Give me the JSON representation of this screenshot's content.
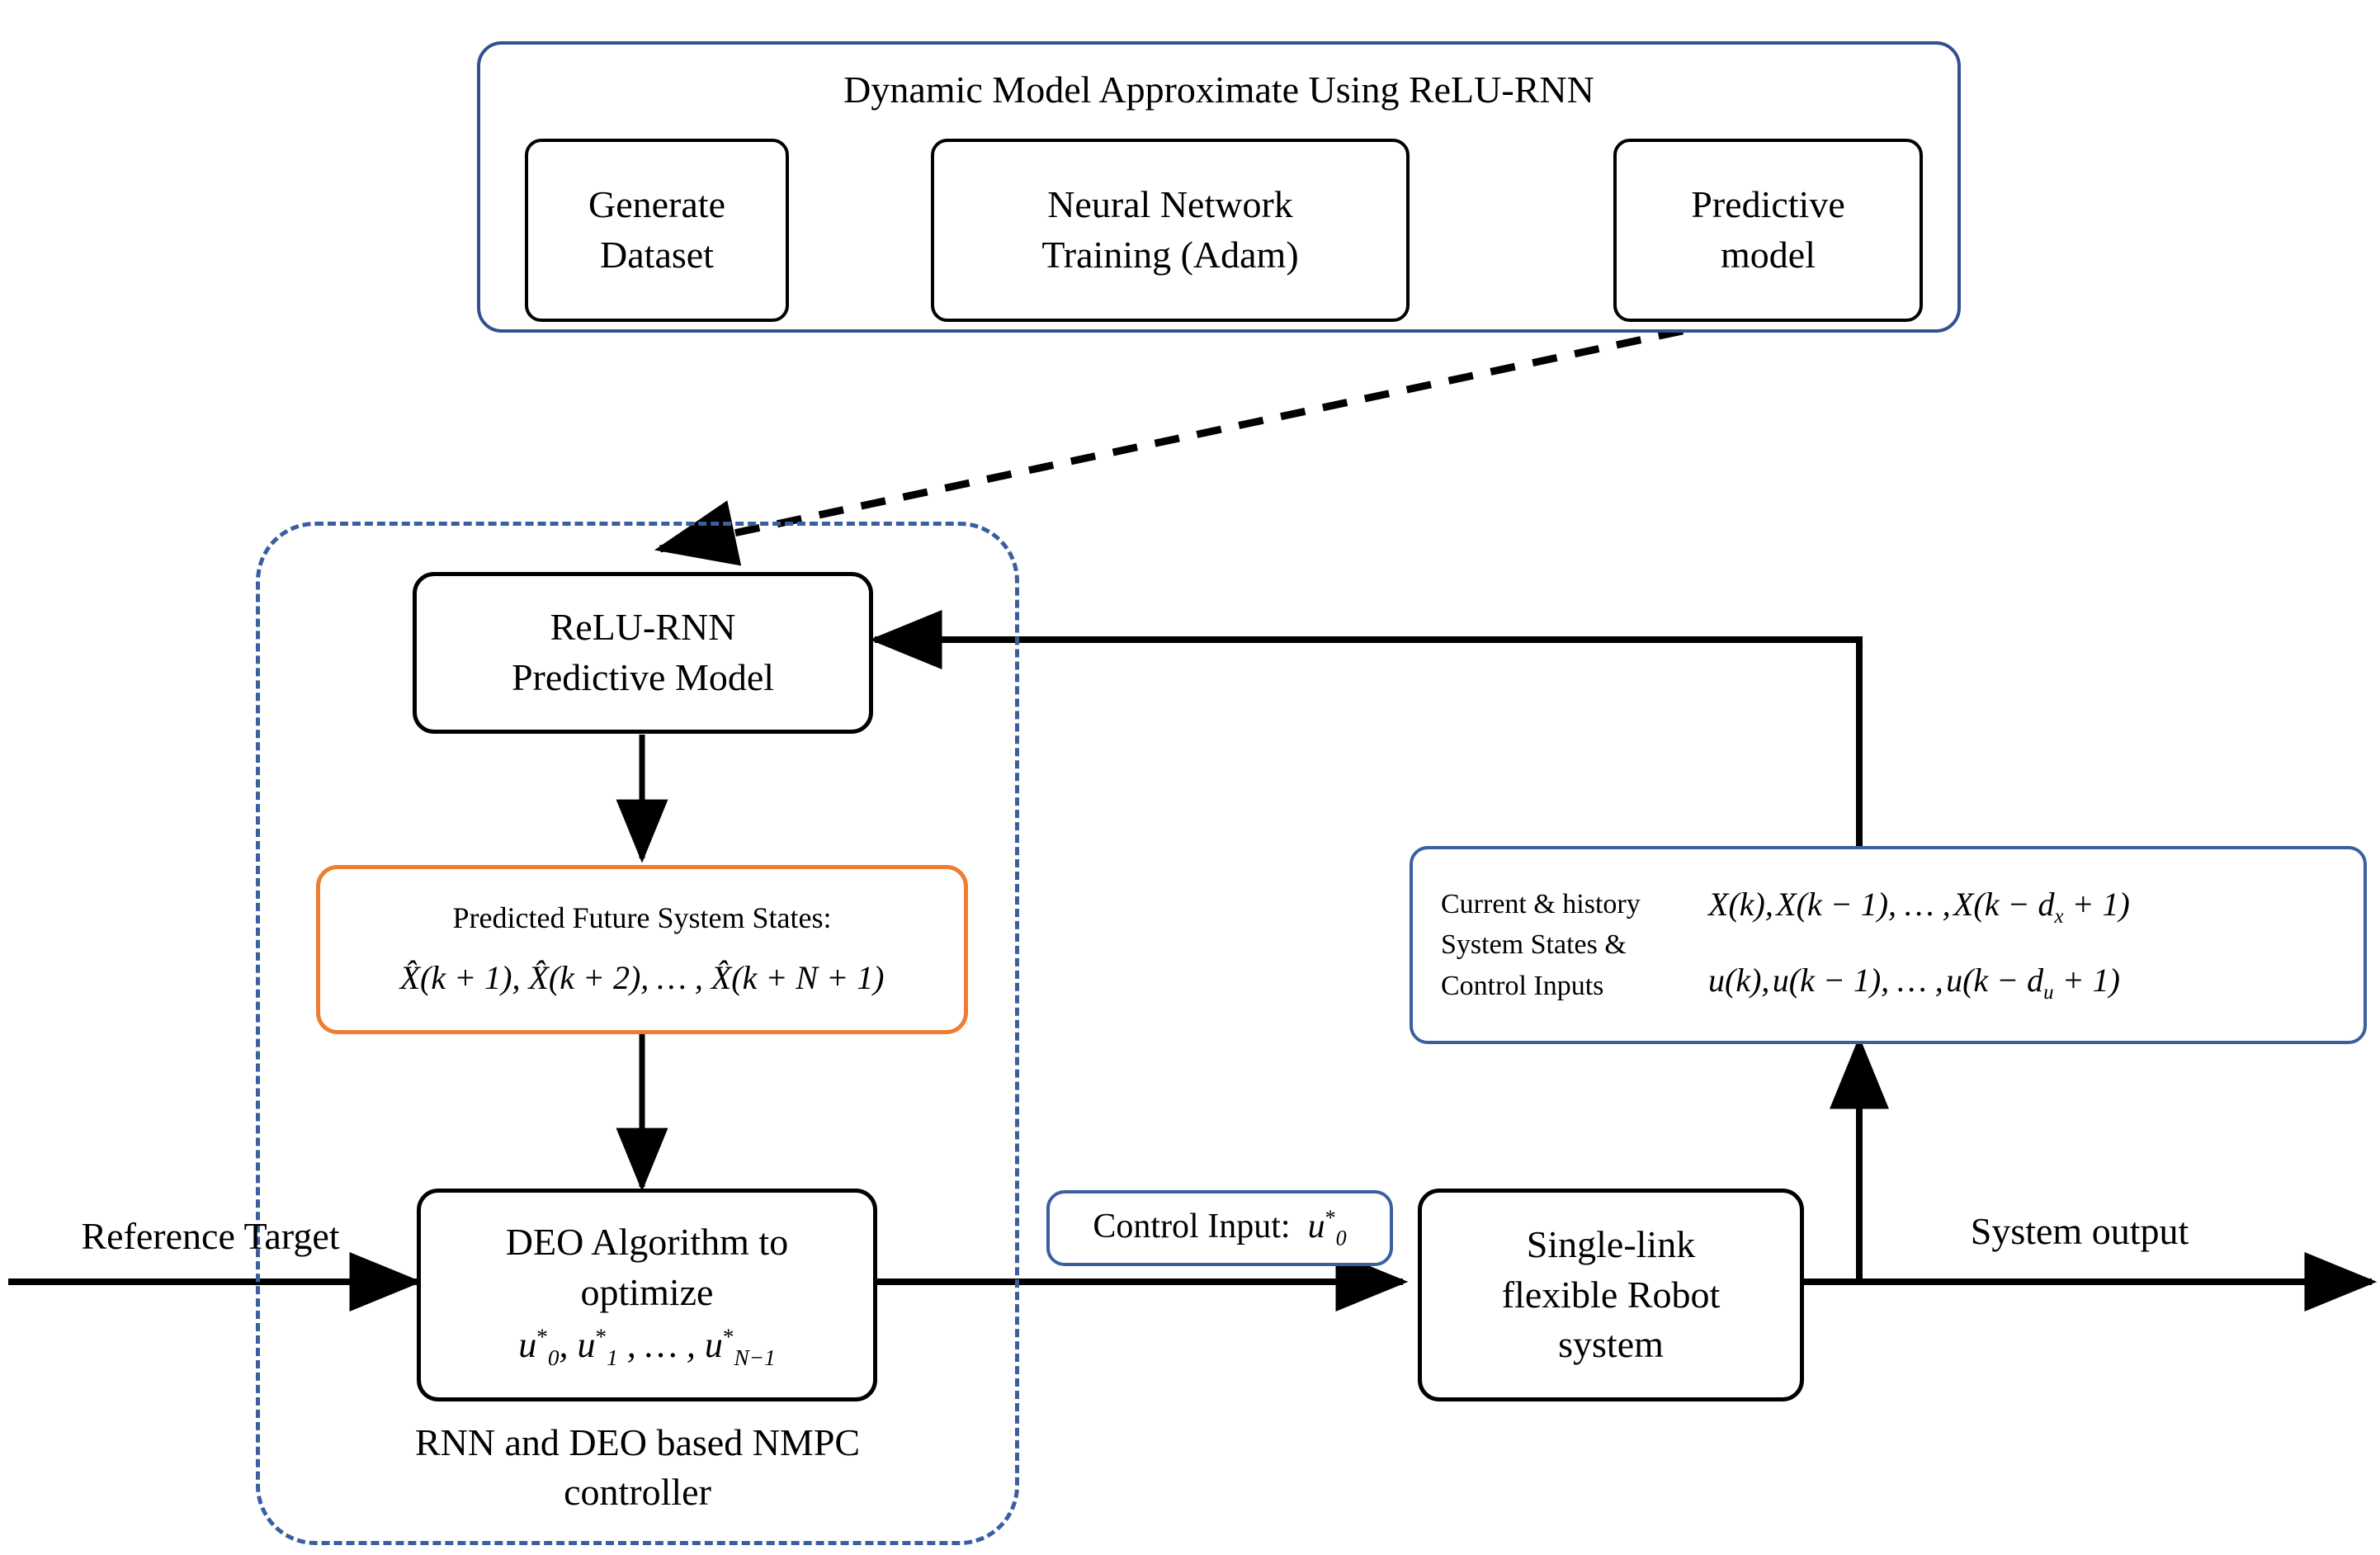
{
  "diagram": {
    "title": "RNN and DEO based NMPC control architecture for a single-link flexible robot",
    "colors": {
      "blue_border": "#33508F",
      "blue_box_border": "#3A5FA0",
      "orange_border": "#ED7D31",
      "black": "#000000",
      "background": "#FFFFFF"
    }
  },
  "training_group": {
    "title": "Dynamic Model Approximate Using ReLU-RNN",
    "nodes": [
      {
        "id": "generate-dataset",
        "line1": "Generate",
        "line2": "Dataset"
      },
      {
        "id": "nn-training",
        "line1": "Neural Network",
        "line2": "Training  (Adam)"
      },
      {
        "id": "predictive-model",
        "line1": "Predictive",
        "line2": "model"
      }
    ]
  },
  "controller_group": {
    "caption_line1": "RNN and DEO based NMPC",
    "caption_line2": "controller"
  },
  "nodes": {
    "relu_rnn_model": {
      "line1": "ReLU-RNN",
      "line2": "Predictive  Model"
    },
    "predicted_states": {
      "heading": "Predicted Future System States:",
      "formula": "X̂(k + 1), X̂(k + 2), … , X̂(k + N + 1)"
    },
    "deo_algorithm": {
      "line1": "DEO Algorithm to",
      "line2": "optimize",
      "formula": "u₀*, u₁*, … , u*ₙ₋₁"
    },
    "plant": {
      "line1": "Single-link",
      "line2": "flexible Robot",
      "line3": "system"
    },
    "control_input_tag": {
      "text": "Control Input:",
      "symbol": "u",
      "sub": "0",
      "sup": "*"
    },
    "state_history": {
      "label_line1": "Current & history",
      "label_line2": "System States &",
      "label_line3": "Control Inputs",
      "formula_line1": "X(k), X(k − 1), … , X(k − dₓ + 1)",
      "formula_line2": "u(k), u(k − 1), … , u(k − dᵤ + 1)"
    }
  },
  "edge_labels": {
    "reference_target": "Reference Target",
    "system_output": "System output"
  }
}
